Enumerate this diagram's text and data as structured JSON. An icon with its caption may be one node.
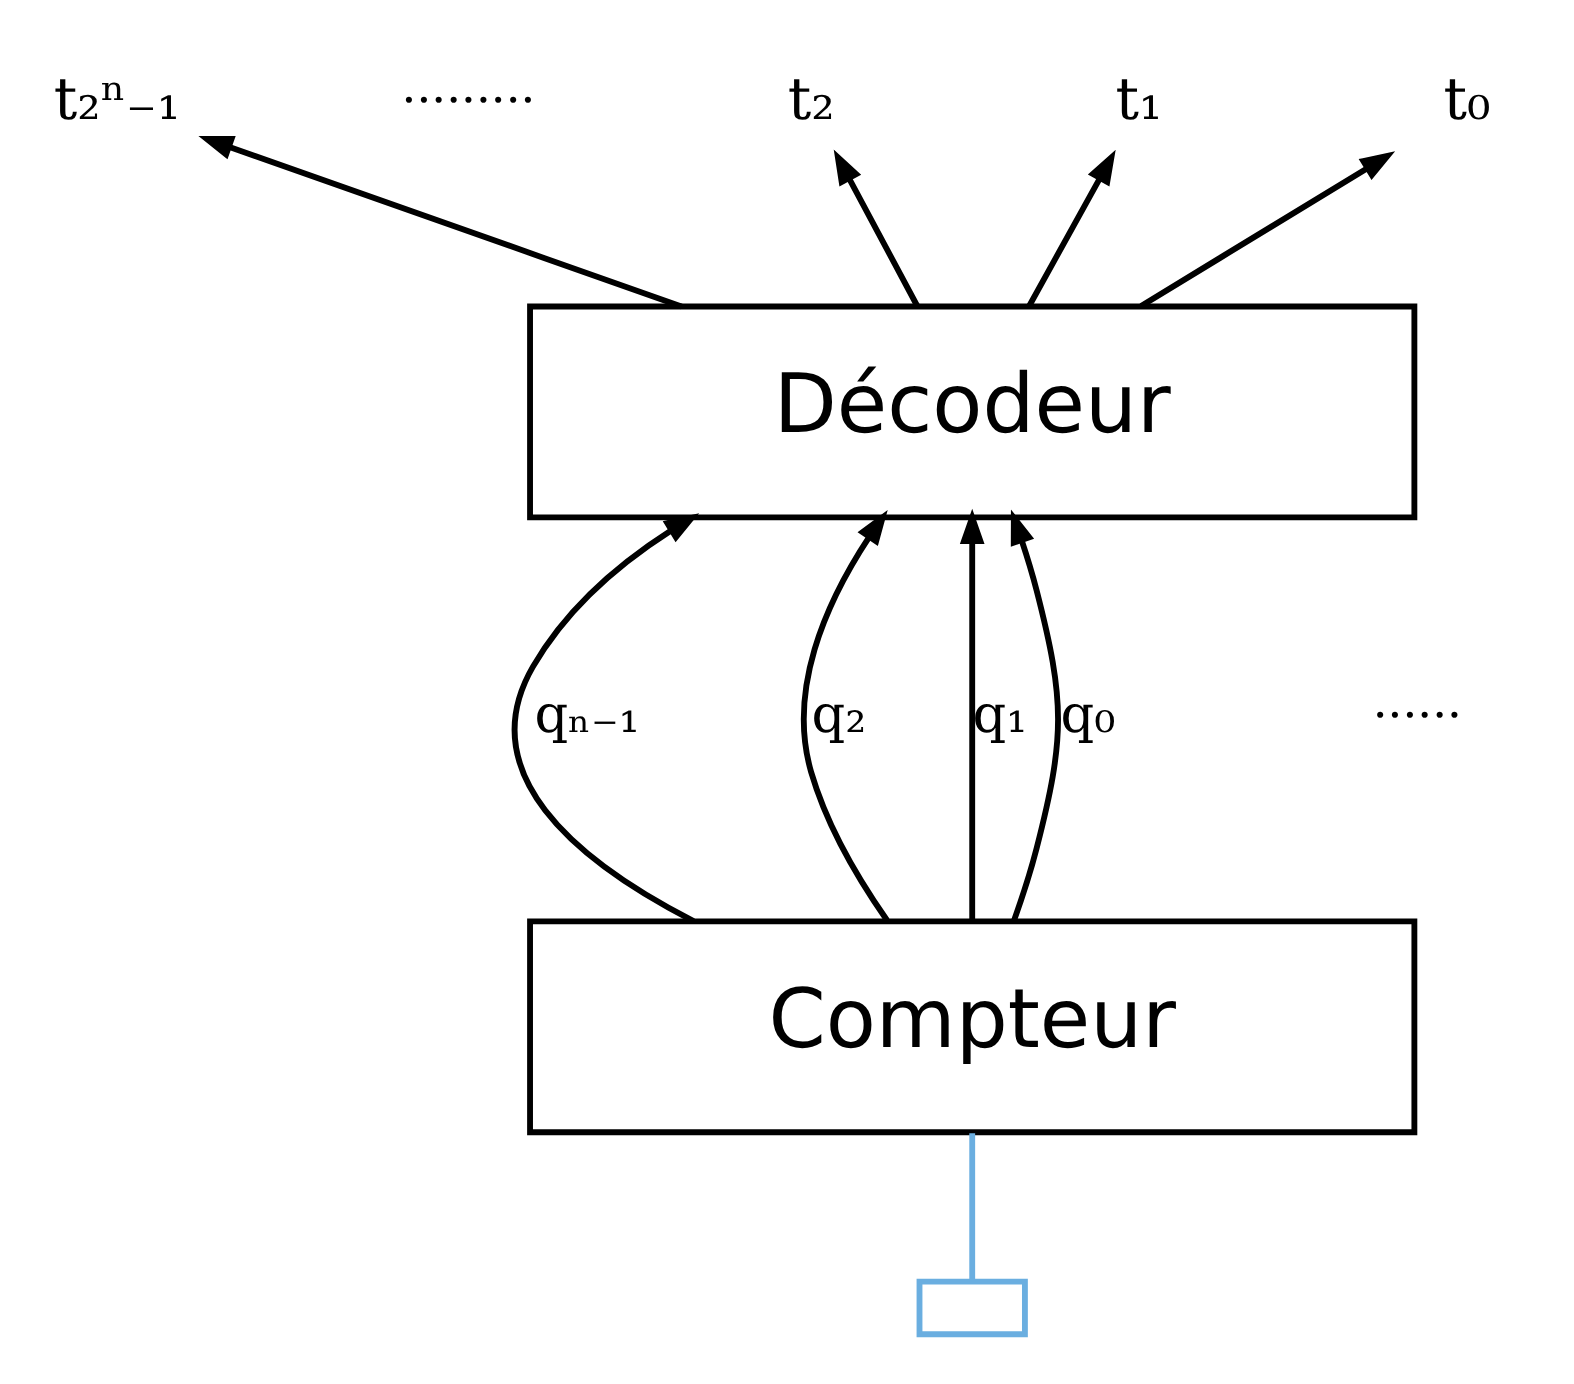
{
  "diagram": {
    "nodes": [
      {
        "text": [
          "t₂ⁿ₋₁"
        ]
      },
      {
        "text": [
          "t₂"
        ]
      },
      {
        "text": [
          "t₁"
        ]
      },
      {
        "text": [
          "t₀"
        ]
      },
      {
        "text": [
          "Décodeur"
        ]
      },
      {
        "text": [
          "Compteur"
        ]
      },
      {
        "text": [],
        "shape": "box"
      }
    ],
    "edges": [
      {
        "from": 4,
        "to": 0,
        "arrow": "to"
      },
      {
        "from": 4,
        "to": 1,
        "arrow": "to"
      },
      {
        "from": 4,
        "to": 2,
        "arrow": "to"
      },
      {
        "from": 4,
        "to": 3,
        "arrow": "to"
      },
      {
        "from": 5,
        "to": 4,
        "arrow": "to",
        "label": "qₙ₋₁"
      },
      {
        "from": 5,
        "to": 4,
        "arrow": "to",
        "label": "q₂"
      },
      {
        "from": 5,
        "to": 4,
        "arrow": "to",
        "label": "q₁"
      },
      {
        "from": 5,
        "to": 4,
        "arrow": "to",
        "label": "q₀"
      },
      {
        "from": 6,
        "to": 5,
        "arrow": "none",
        "color": "#6aaee0"
      }
    ],
    "labels": [
      "·········",
      "······"
    ]
  }
}
